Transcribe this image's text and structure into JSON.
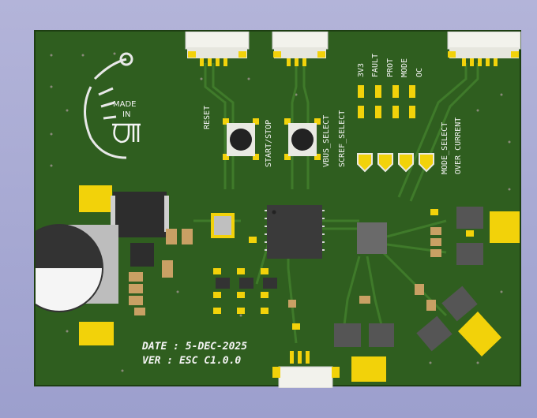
{
  "board": {
    "silkscreen": {
      "date_line": "DATE : 5-DEC-2025",
      "version_line": "VER : ESC C1.0.0",
      "logo_line1": "MADE",
      "logo_line2": "IN",
      "button_labels": [
        "RESET",
        "START/STOP",
        "VBUS_SELECT",
        "SCREF_SELECT"
      ],
      "led_labels": [
        "3V3",
        "FAULT",
        "PROT",
        "MODE",
        "OC"
      ],
      "right_labels": [
        "MODE_SELECT",
        "OVER CURRENT"
      ]
    }
  },
  "colors": {
    "background": "#a9abd4",
    "pcb": "#2f5e1f",
    "silkscreen": "#f4f4f4",
    "pad_gold": "#f2d20a",
    "connector_white": "#f2f2ec",
    "ic_body": "#3a3a3a"
  }
}
